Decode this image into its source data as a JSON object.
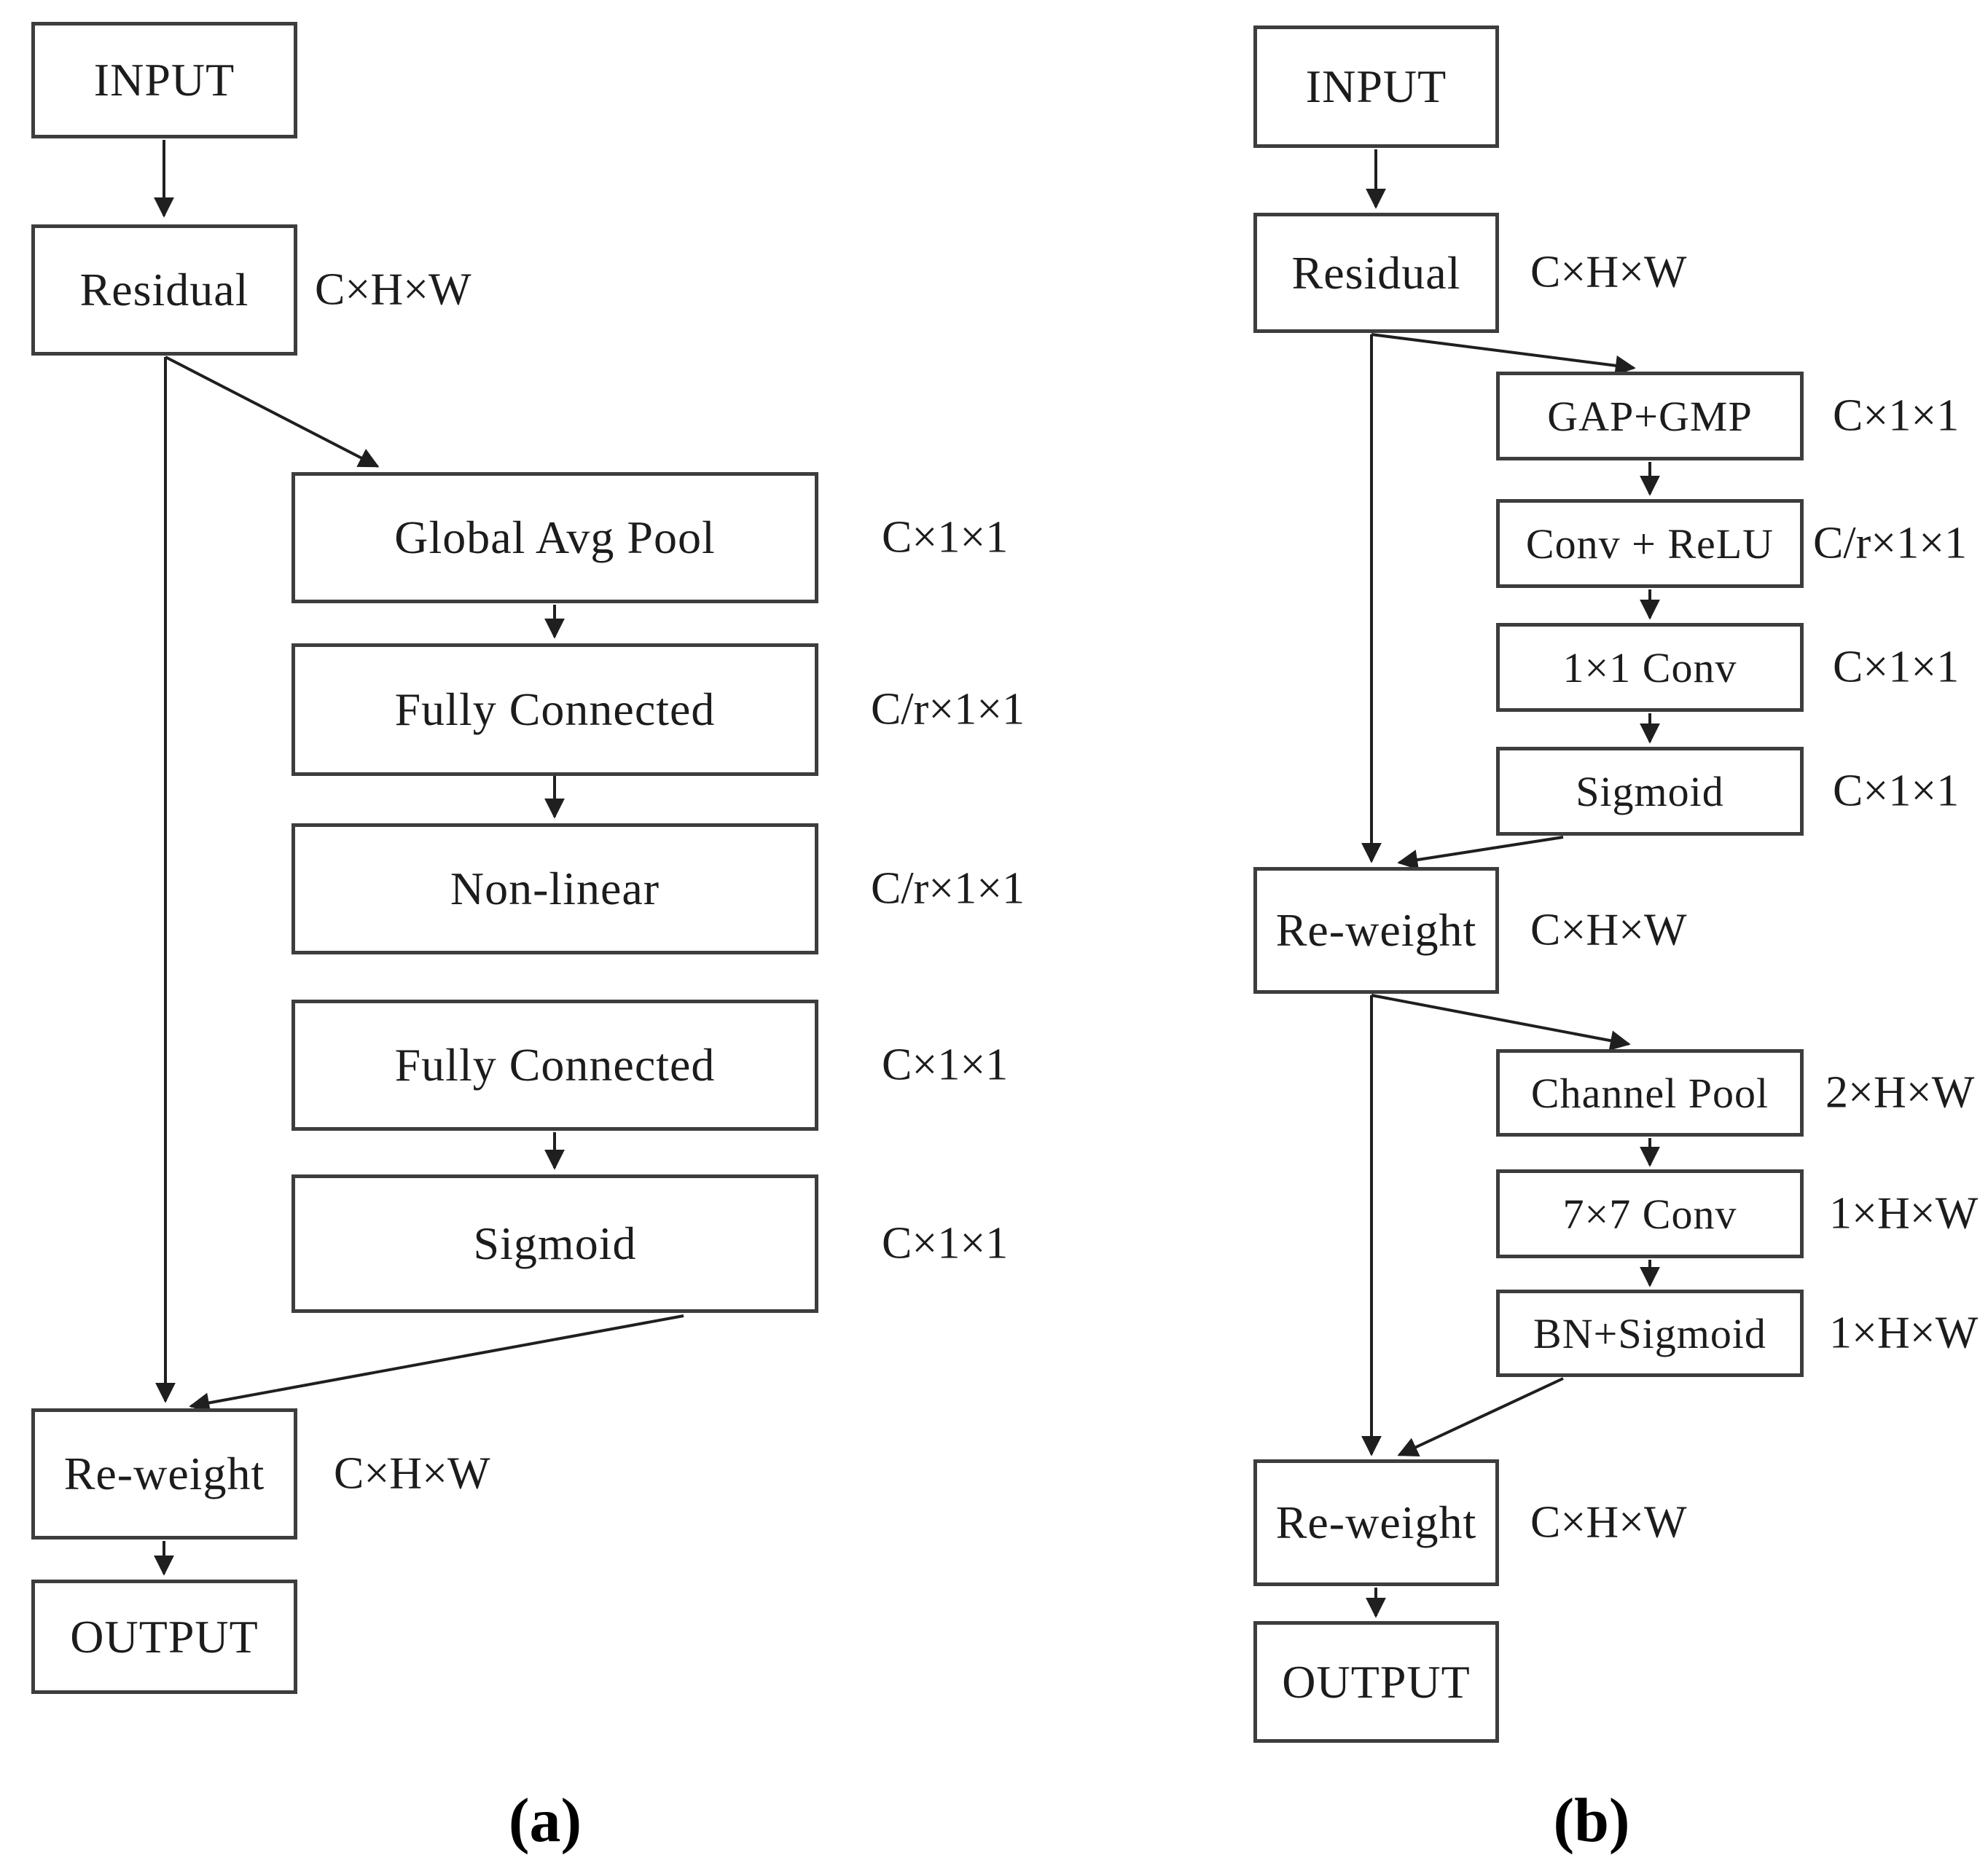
{
  "figure": {
    "type": "flow-diagram",
    "panels": 2,
    "colors": {
      "background": "#ffffff",
      "box_border": "#3d3d3d",
      "line": "#1f1f1f",
      "text": "#1c1c1c"
    }
  },
  "a": {
    "caption": "(a)",
    "nodes": [
      {
        "label": "INPUT"
      },
      {
        "label": "Residual",
        "dim": "C×H×W"
      },
      {
        "label": "Global Avg Pool",
        "dim": "C×1×1"
      },
      {
        "label": "Fully Connected",
        "dim": "C/r×1×1"
      },
      {
        "label": "Non-linear",
        "dim": "C/r×1×1"
      },
      {
        "label": "Fully Connected",
        "dim": "C×1×1"
      },
      {
        "label": "Sigmoid",
        "dim": "C×1×1"
      },
      {
        "label": "Re-weight",
        "dim": "C×H×W"
      },
      {
        "label": "OUTPUT"
      }
    ]
  },
  "b": {
    "caption": "(b)",
    "nodes": [
      {
        "label": "INPUT"
      },
      {
        "label": "Residual",
        "dim": "C×H×W"
      },
      {
        "label": "GAP+GMP",
        "dim": "C×1×1"
      },
      {
        "label": "Conv + ReLU",
        "dim": "C/r×1×1"
      },
      {
        "label": "1×1 Conv",
        "dim": "C×1×1"
      },
      {
        "label": "Sigmoid",
        "dim": "C×1×1"
      },
      {
        "label": "Re-weight",
        "dim": "C×H×W"
      },
      {
        "label": "Channel Pool",
        "dim": "2×H×W"
      },
      {
        "label": "7×7 Conv",
        "dim": "1×H×W"
      },
      {
        "label": "BN+Sigmoid",
        "dim": "1×H×W"
      },
      {
        "label": "Re-weight",
        "dim": "C×H×W"
      },
      {
        "label": "OUTPUT"
      }
    ]
  }
}
